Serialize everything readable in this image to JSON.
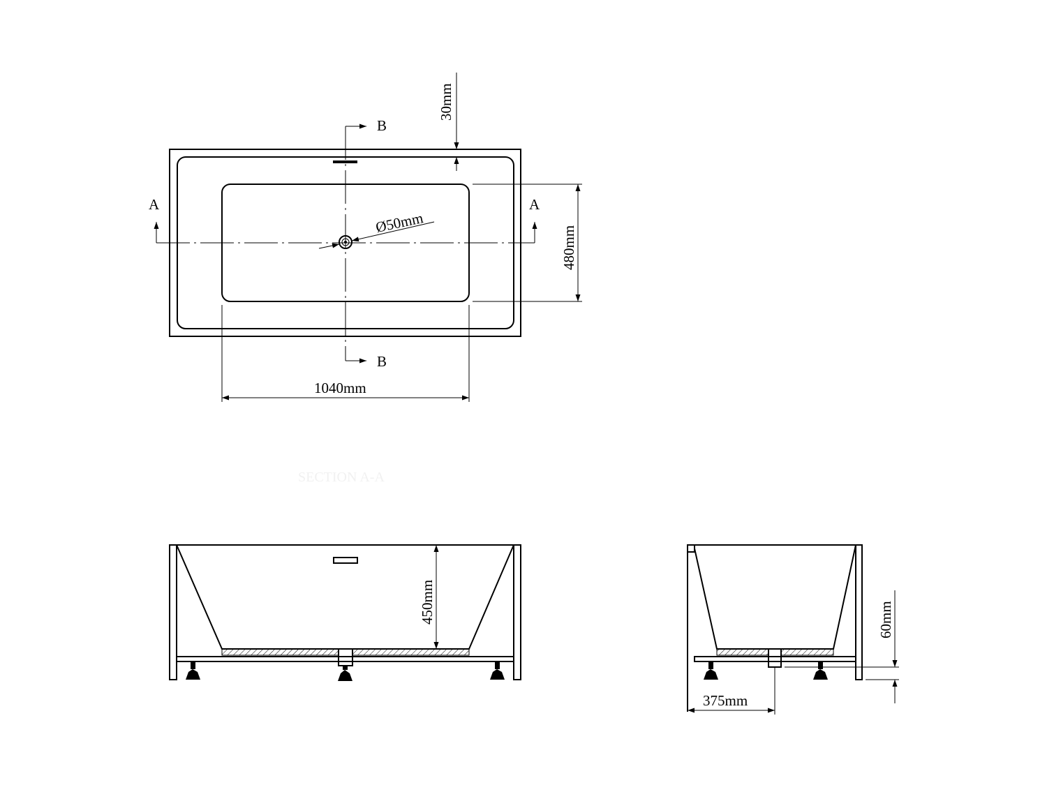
{
  "plan_view": {
    "dim_rim_thickness": "30mm",
    "dim_inner_width": "480mm",
    "dim_inner_length": "1040mm",
    "dim_drain": "Ø50mm",
    "section_marker_a": "A",
    "section_marker_b": "B"
  },
  "section_a": {
    "title": "SECTION A-A",
    "dim_depth": "450mm"
  },
  "section_b": {
    "dim_leg_height": "60mm",
    "dim_drain_offset": "375mm"
  },
  "colors": {
    "line": "#000000",
    "background": "#ffffff",
    "faint_title": "#f1f1f1"
  }
}
